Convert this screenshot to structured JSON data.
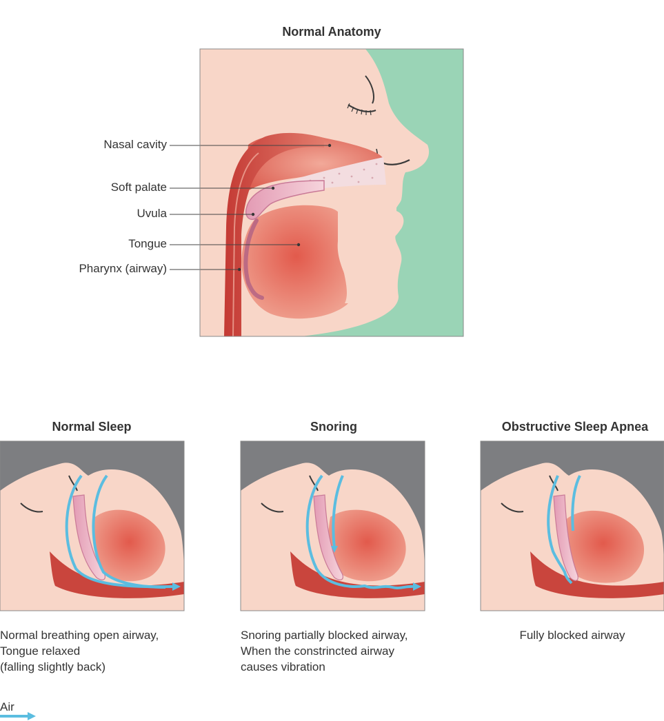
{
  "main": {
    "title": "Normal Anatomy",
    "labels": [
      {
        "text": "Nasal cavity"
      },
      {
        "text": "Soft palate"
      },
      {
        "text": "Uvula"
      },
      {
        "text": "Tongue"
      },
      {
        "text": "Pharynx (airway)"
      }
    ]
  },
  "panels": [
    {
      "title": "Normal Sleep",
      "caption": [
        "Normal breathing open airway,",
        "Tongue relaxed",
        "(falling slightly back)"
      ]
    },
    {
      "title": "Snoring",
      "caption": [
        "Snoring partially blocked airway,",
        "When the constrincted airway",
        "causes vibration"
      ]
    },
    {
      "title": "Obstructive Sleep Apnea",
      "caption": [
        "Fully blocked airway"
      ]
    }
  ],
  "legend": {
    "label": "Air"
  },
  "colors": {
    "background_main": "#9ad4b6",
    "background_panels": "#7d7e81",
    "skin": "#f8d6c8",
    "tissue_dark": "#c9453d",
    "tissue_mid": "#e07a6a",
    "soft_palate": "#e9a7bd",
    "air_arrow": "#5bbde0"
  }
}
